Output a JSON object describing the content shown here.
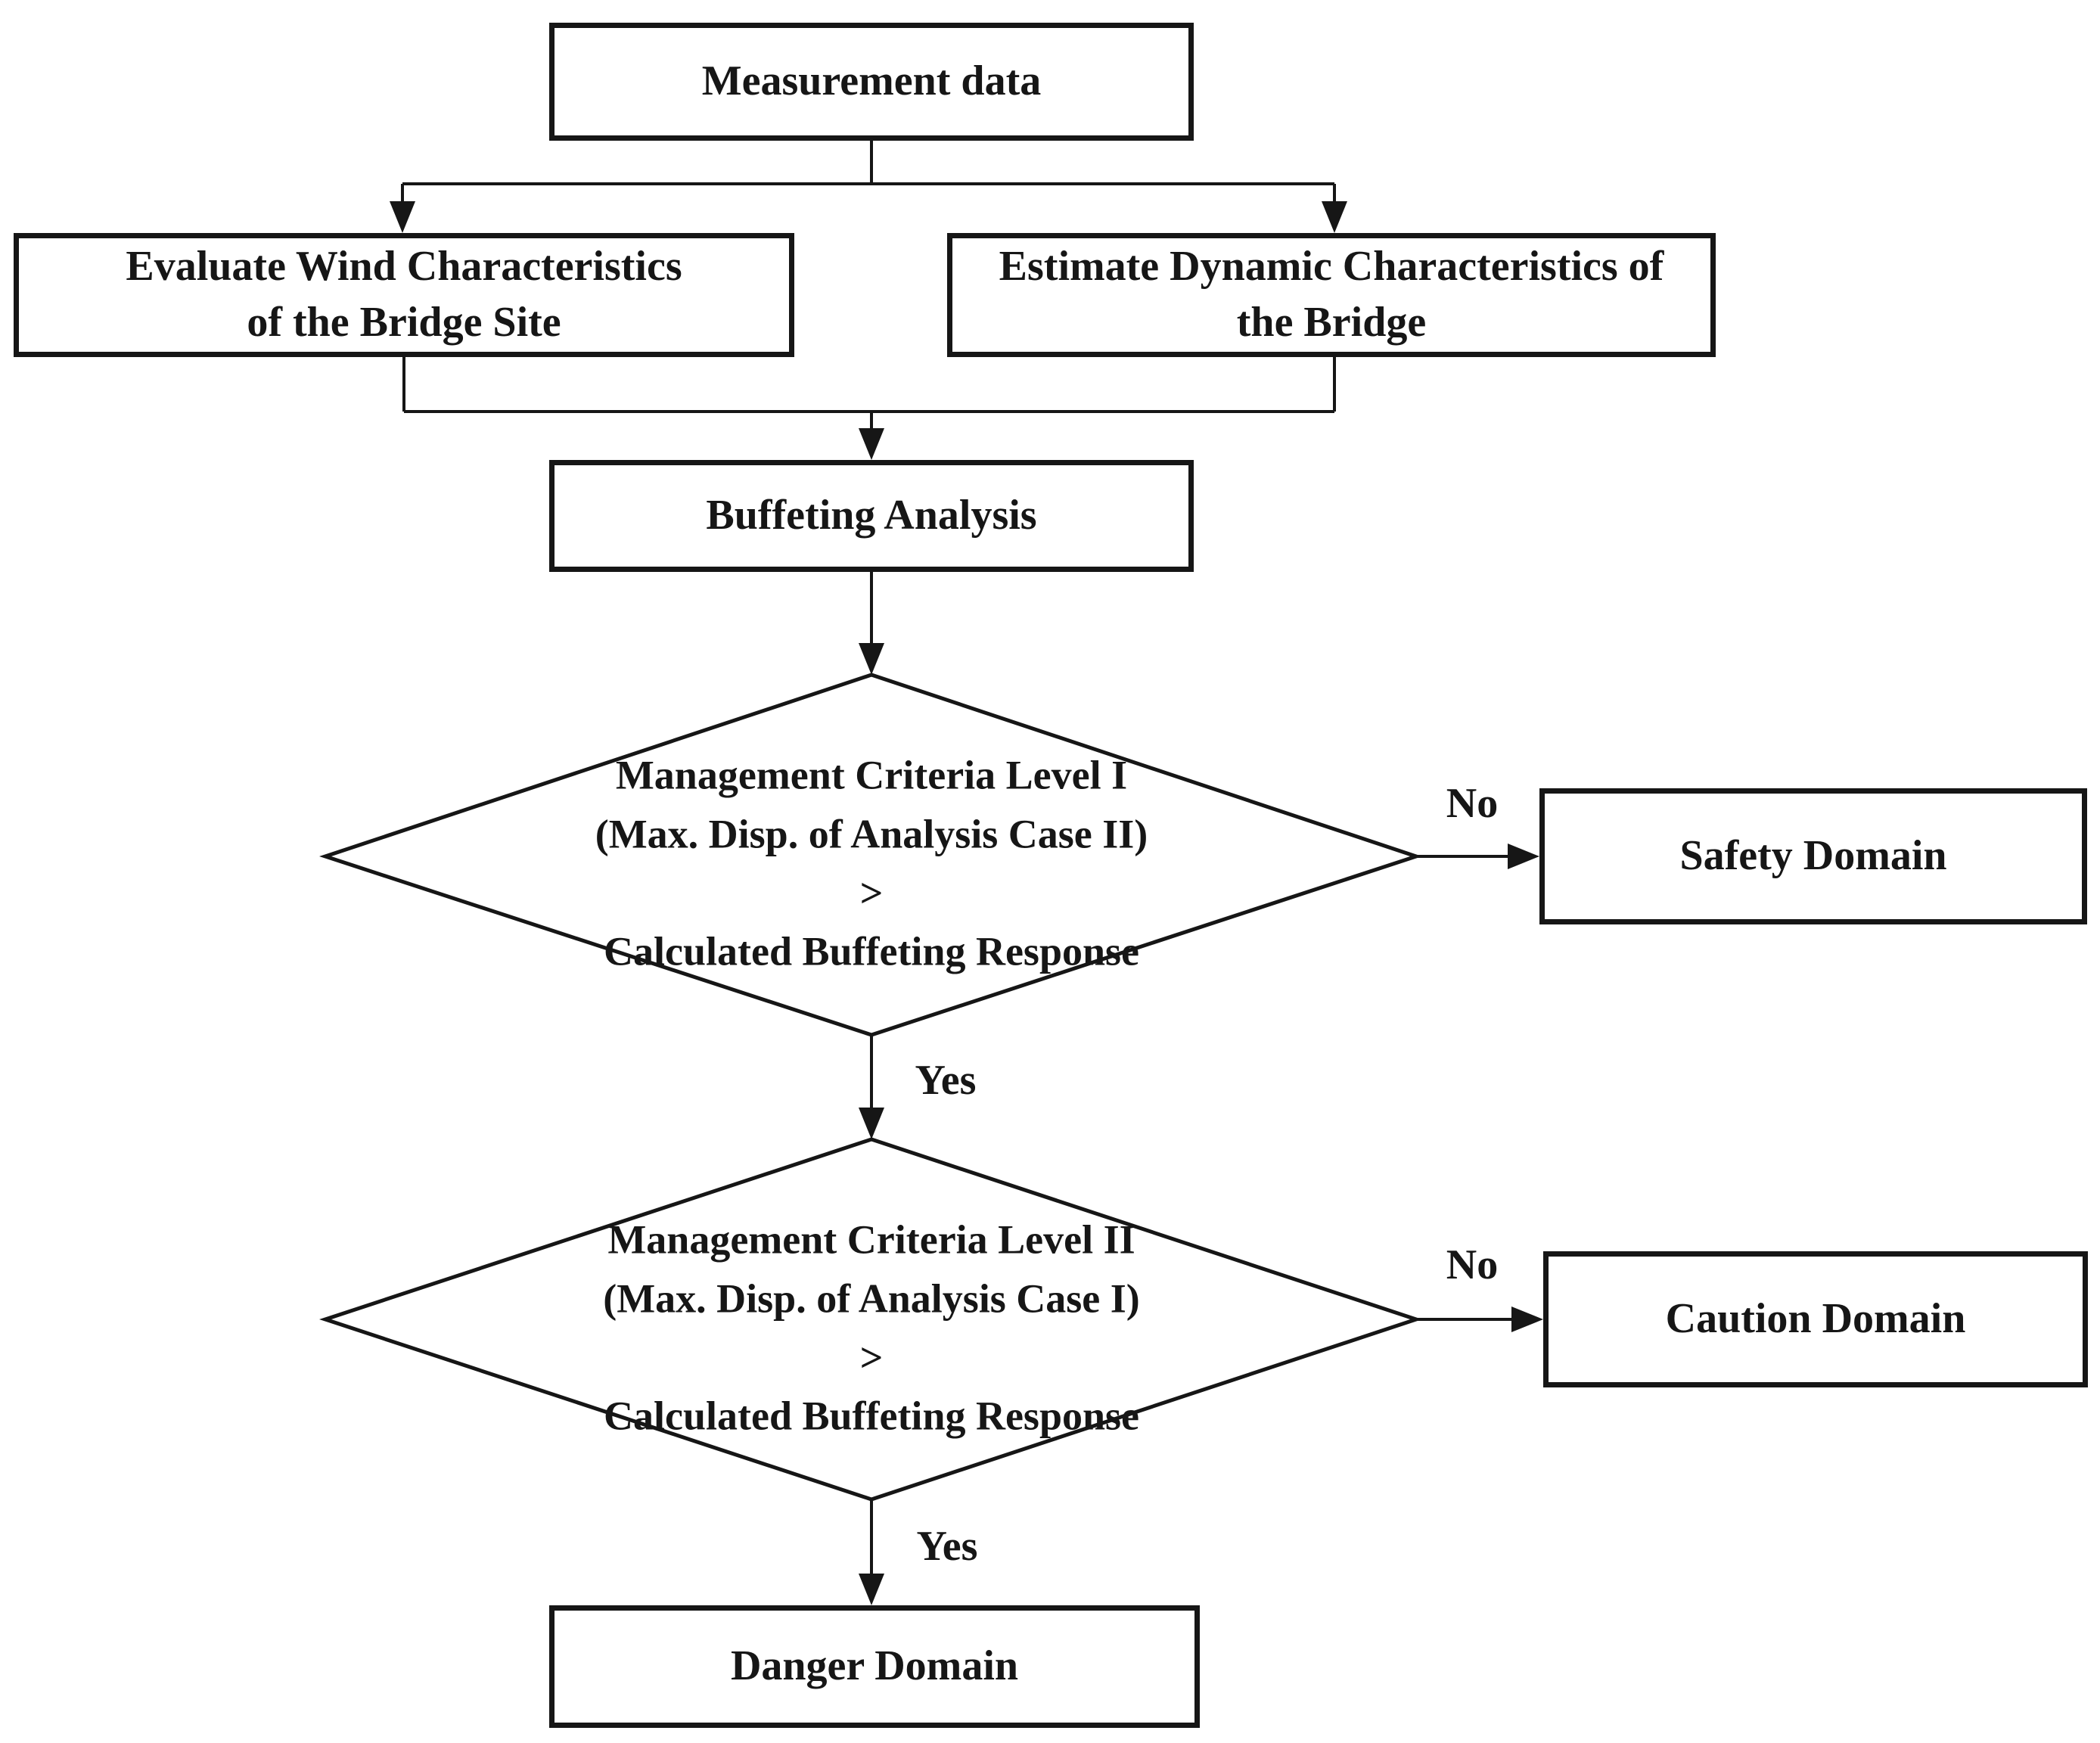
{
  "colors": {
    "ink": "#161616",
    "background": "#ffffff"
  },
  "nodes": {
    "measurement": {
      "label": "Measurement data"
    },
    "evaluate_wind": {
      "label": "Evaluate Wind Characteristics\nof the Bridge Site"
    },
    "estimate_dynamic": {
      "label": "Estimate Dynamic Characteristics of\nthe Bridge"
    },
    "buffeting": {
      "label": "Buffeting Analysis"
    },
    "decision_level_1": {
      "label": "Management Criteria Level I\n(Max. Disp. of Analysis Case II)\n>\nCalculated Buffeting Response"
    },
    "decision_level_2": {
      "label": "Management Criteria Level II\n(Max. Disp. of Analysis Case I)\n>\nCalculated Buffeting Response"
    },
    "safety": {
      "label": "Safety Domain"
    },
    "caution": {
      "label": "Caution Domain"
    },
    "danger": {
      "label": "Danger Domain"
    }
  },
  "edges": {
    "d1_no": {
      "label": "No"
    },
    "d1_yes": {
      "label": "Yes"
    },
    "d2_no": {
      "label": "No"
    },
    "d2_yes": {
      "label": "Yes"
    }
  }
}
